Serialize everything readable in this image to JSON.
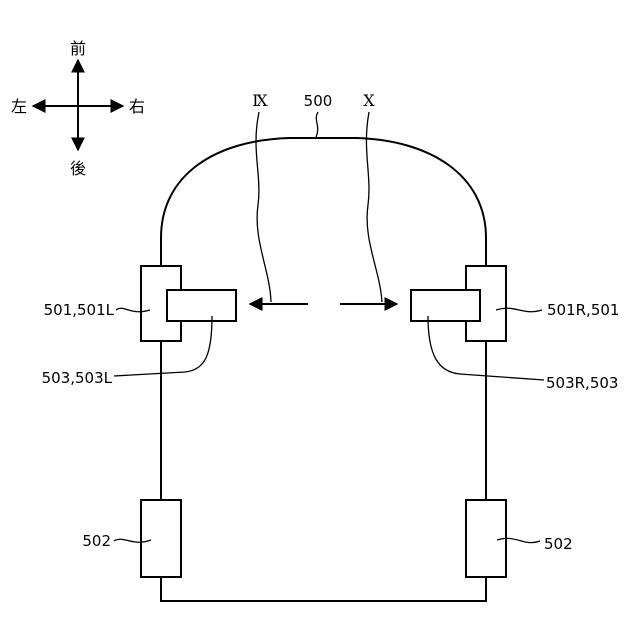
{
  "directions": {
    "front": "前",
    "back": "後",
    "left": "左",
    "right": "右"
  },
  "section_marks": {
    "left": "Ⅸ",
    "right": "Ⅹ"
  },
  "labels": {
    "vehicle": "500",
    "front_left_wheel": "501,501L",
    "front_right_wheel": "501R,501",
    "left_unit": "503,503L",
    "right_unit": "503R,503",
    "rear_left_wheel": "502",
    "rear_right_wheel": "502"
  }
}
